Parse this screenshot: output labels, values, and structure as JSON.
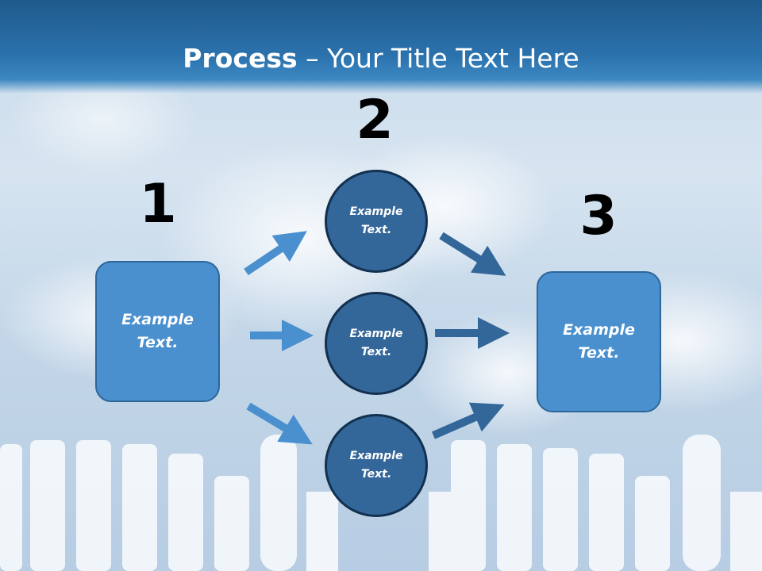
{
  "title": {
    "bold": "Process",
    "rest": " – Your Title Text Here"
  },
  "steps": [
    {
      "number": "1",
      "text": "Example Text."
    },
    {
      "number": "2",
      "items": [
        "Example Text.",
        "Example Text.",
        "Example Text."
      ]
    },
    {
      "number": "3",
      "text": "Example Text."
    }
  ],
  "colors": {
    "box": "#4a90cf",
    "circle": "#336699",
    "arrow_left": "#4a90cf",
    "arrow_right": "#336699"
  }
}
